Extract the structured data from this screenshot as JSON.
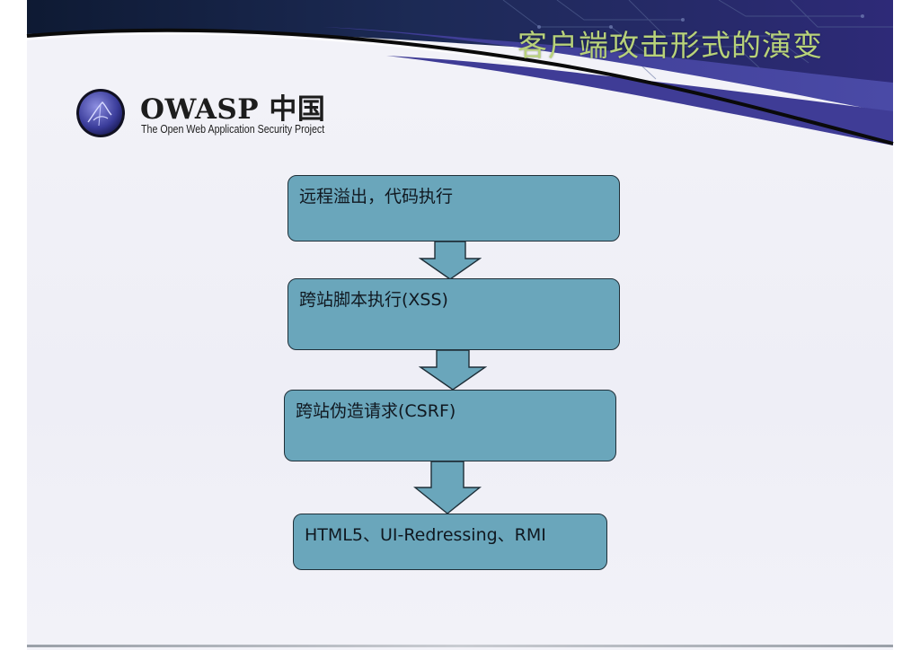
{
  "slide": {
    "title": "客户端攻击形式的演变"
  },
  "logo": {
    "name": "OWASP 中国",
    "tagline": "The Open Web Application Security Project"
  },
  "flow": {
    "steps": [
      {
        "label": "远程溢出，代码执行"
      },
      {
        "label": "跨站脚本执行(XSS)"
      },
      {
        "label": "跨站伪造请求(CSRF)"
      },
      {
        "label": "HTML5、UI-Redressing、RMI"
      }
    ]
  },
  "colors": {
    "box_fill": "#6aa6bb",
    "title": "#b8d27a",
    "header_band": "#2a2a6a"
  }
}
